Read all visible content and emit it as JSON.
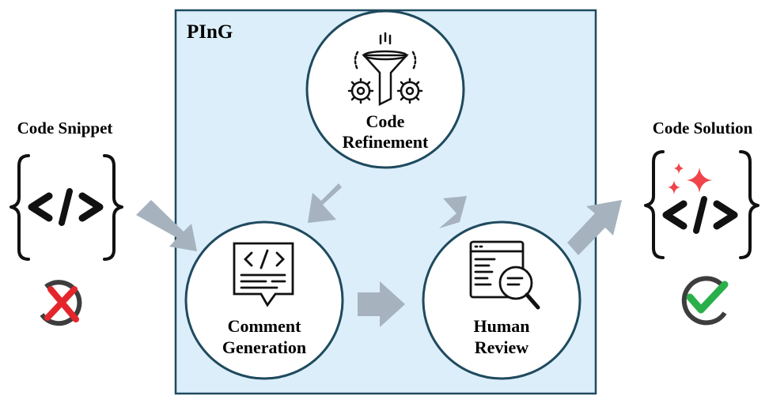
{
  "panel": {
    "title": "PInG",
    "fill": "#dbeef9",
    "border": "#1f4a5e"
  },
  "left": {
    "title": "Code Snippet",
    "status_icon": "red-x-icon",
    "code_icon": "code-brackets-icon"
  },
  "right": {
    "title": "Code Solution",
    "status_icon": "green-check-icon",
    "code_icon": "code-sparkle-icon"
  },
  "nodes": {
    "refinement": {
      "line1": "Code",
      "line2": "Refinement",
      "icon": "funnel-gears-icon"
    },
    "comment": {
      "line1": "Comment",
      "line2": "Generation",
      "icon": "code-chat-icon"
    },
    "review": {
      "line1": "Human",
      "line2": "Review",
      "icon": "code-magnifier-icon"
    }
  },
  "colors": {
    "arrow": "#a6b3bf",
    "circle_border": "#1f4a5e",
    "x_red": "#e3262b",
    "check_green": "#2ab04a",
    "sparkle": "#f0444b",
    "ring": "#3d3d3d"
  }
}
